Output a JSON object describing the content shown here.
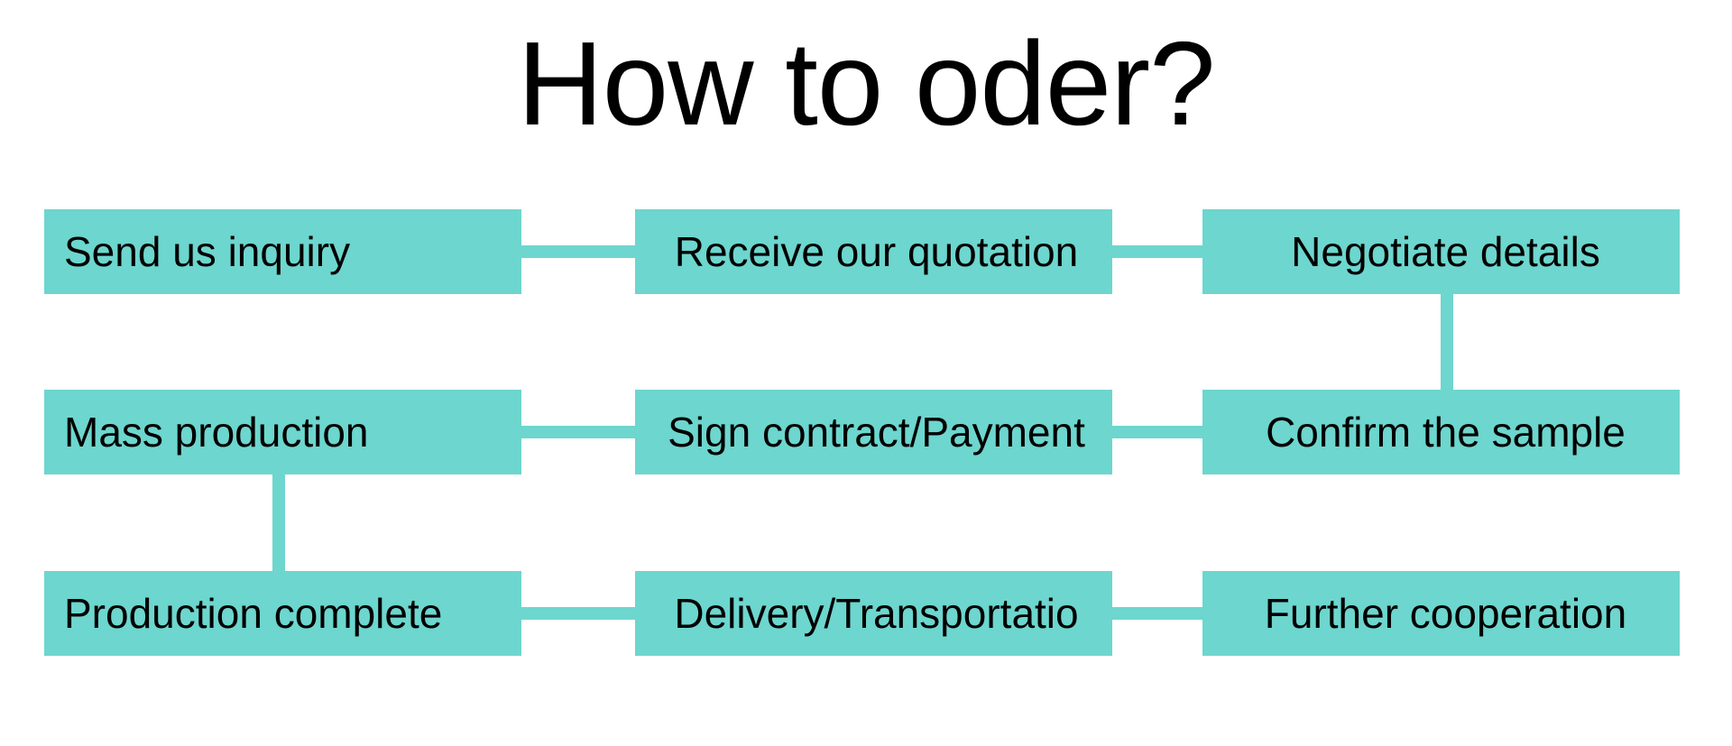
{
  "slide": {
    "title": "How to oder?",
    "background_color": "#ffffff",
    "accent_color": "#6dd6ce",
    "text_color": "#000000"
  },
  "flow": {
    "rows": [
      {
        "boxes": [
          {
            "label": "Send us inquiry"
          },
          {
            "label": "Receive our quotation"
          },
          {
            "label": "Negotiate details"
          }
        ]
      },
      {
        "boxes": [
          {
            "label": "Mass production"
          },
          {
            "label": "Sign contract/Payment"
          },
          {
            "label": "Confirm the sample"
          }
        ]
      },
      {
        "boxes": [
          {
            "label": "Production complete"
          },
          {
            "label": "Delivery/Transportatio"
          },
          {
            "label": "Further cooperation"
          }
        ]
      }
    ],
    "connectors": [
      {
        "name": "send-us-inquiry-to-receive-our-quotation",
        "type": "horizontal"
      },
      {
        "name": "receive-our-quotation-to-negotiate-details",
        "type": "horizontal"
      },
      {
        "name": "negotiate-details-to-confirm-the-sample",
        "type": "vertical"
      },
      {
        "name": "confirm-the-sample-to-sign-contract-payment",
        "type": "horizontal"
      },
      {
        "name": "sign-contract-payment-to-mass-production",
        "type": "horizontal"
      },
      {
        "name": "mass-production-to-production-complete",
        "type": "vertical"
      },
      {
        "name": "production-complete-to-delivery-transportation",
        "type": "horizontal"
      },
      {
        "name": "delivery-transportation-to-further-cooperation",
        "type": "horizontal"
      }
    ]
  }
}
